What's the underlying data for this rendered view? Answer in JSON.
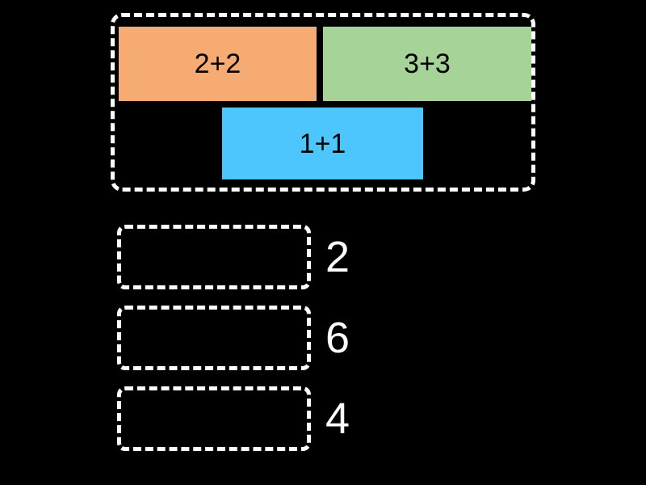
{
  "page": {
    "background_color": "#000000",
    "type": "matching-drag-and-drop-activity"
  },
  "source_tray": {
    "name": "draggable-tiles-tray",
    "tiles": [
      {
        "label": "2+2",
        "color": "#f5ab72",
        "text_color": "#000000"
      },
      {
        "label": "3+3",
        "color": "#a6d397",
        "text_color": "#000000"
      },
      {
        "label": "1+1",
        "color": "#4cc6fc",
        "text_color": "#000000"
      }
    ]
  },
  "answers": [
    {
      "label": "2",
      "placeholder": ""
    },
    {
      "label": "6",
      "placeholder": ""
    },
    {
      "label": "4",
      "placeholder": ""
    }
  ],
  "colors": {
    "border": "#ffffff",
    "background": "#000000",
    "tile_orange": "#f5ab72",
    "tile_green": "#a6d397",
    "tile_blue": "#4cc6fc"
  }
}
